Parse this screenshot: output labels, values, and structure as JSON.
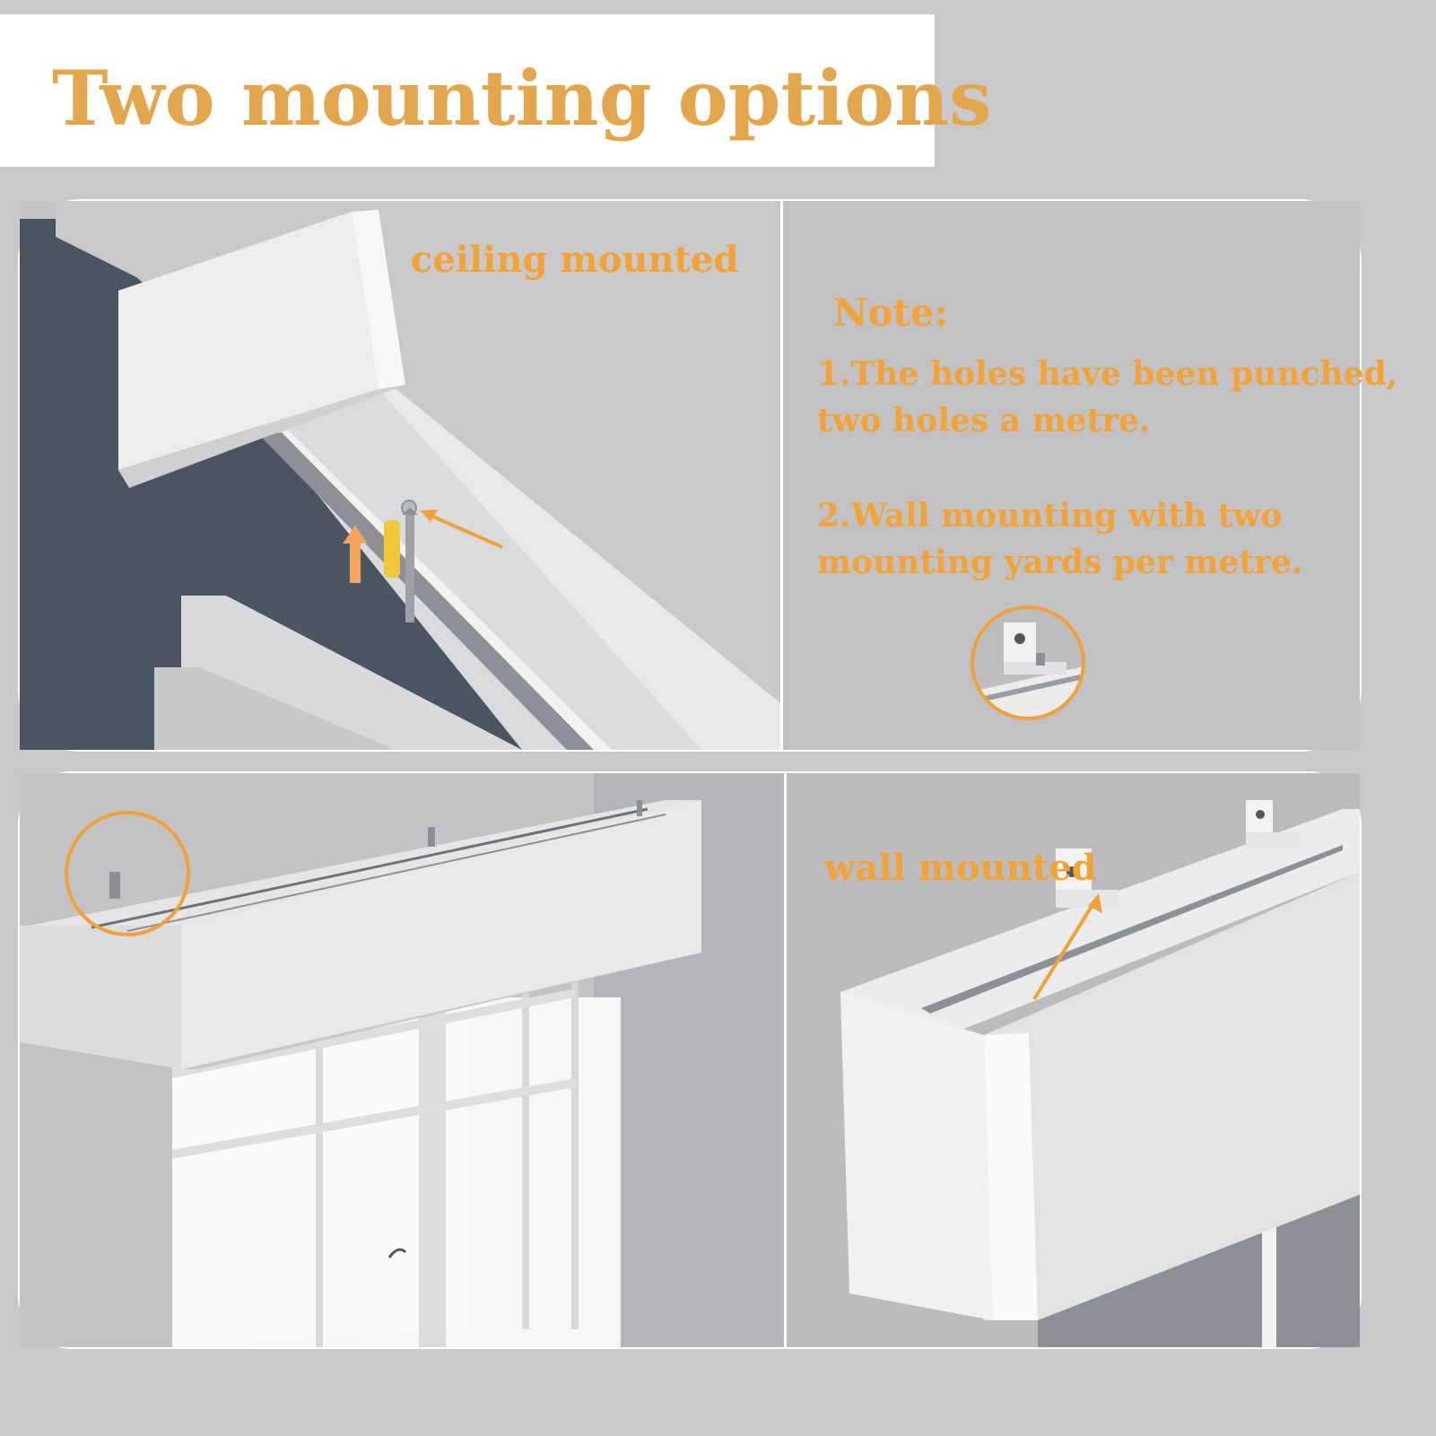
{
  "title": "Two mounting options",
  "panels": {
    "ceiling": {
      "label": "ceiling mounted"
    },
    "note": {
      "heading": "Note:",
      "line1a": "1.The holes have been punched,",
      "line1b": "two holes a metre.",
      "line2a": "2.Wall mounting with two",
      "line2b": "mounting yards per metre."
    },
    "wall": {
      "label": "wall mounted"
    }
  },
  "colors": {
    "accent": "#f3a235",
    "title": "#e3a64c",
    "background": "#c9c9cb",
    "wall_dark": "#4a5562"
  },
  "icons": [
    "arrow-icon",
    "anchor-plug-icon",
    "screw-icon",
    "bracket-icon"
  ]
}
